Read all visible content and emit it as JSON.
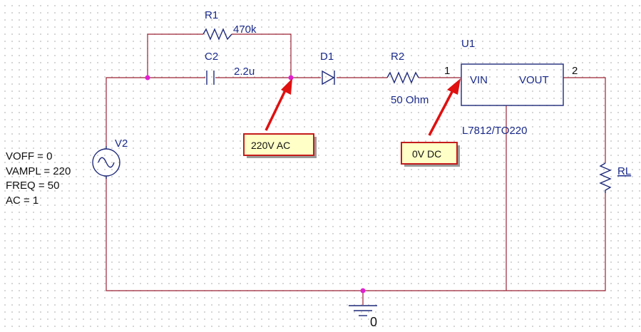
{
  "components": {
    "r1": {
      "ref": "R1",
      "value": "470k"
    },
    "c2": {
      "ref": "C2",
      "value": "2.2u"
    },
    "d1": {
      "ref": "D1"
    },
    "r2": {
      "ref": "R2",
      "value": "50 Ohm"
    },
    "u1": {
      "ref": "U1",
      "pin_in": "VIN",
      "pin_out": "VOUT",
      "part": "L7812/TO220",
      "pin1": "1",
      "pin2": "2"
    },
    "v2": {
      "ref": "V2",
      "params": [
        "VOFF = 0",
        "VAMPL = 220",
        "FREQ = 50",
        "AC = 1"
      ]
    },
    "rl": {
      "ref": "RL"
    },
    "ground": {
      "label": "0"
    }
  },
  "annotations": {
    "ac": "220V AC",
    "dc": "0V DC"
  },
  "colors": {
    "wire": "#9b2335",
    "component": "#1f2a7a",
    "junction": "#e020d0",
    "callout_fill": "#ffffc8",
    "callout_border": "#c41c1c",
    "arrow": "#e01010"
  }
}
